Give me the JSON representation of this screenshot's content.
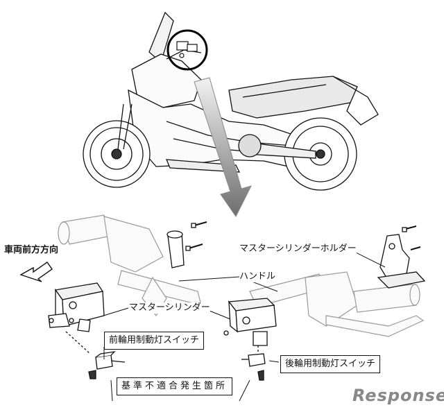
{
  "labels": {
    "direction": "車両前方方向",
    "holder": "マスターシリンダーホルダー",
    "handle": "ハンドル",
    "master_cylinder": "マスターシリンダー",
    "front_switch": "前輪用制動灯スイッチ",
    "rear_switch": "後輪用制動灯スイッチ",
    "defect_location": "基準不適合発生箇所"
  },
  "watermark": "Response."
}
